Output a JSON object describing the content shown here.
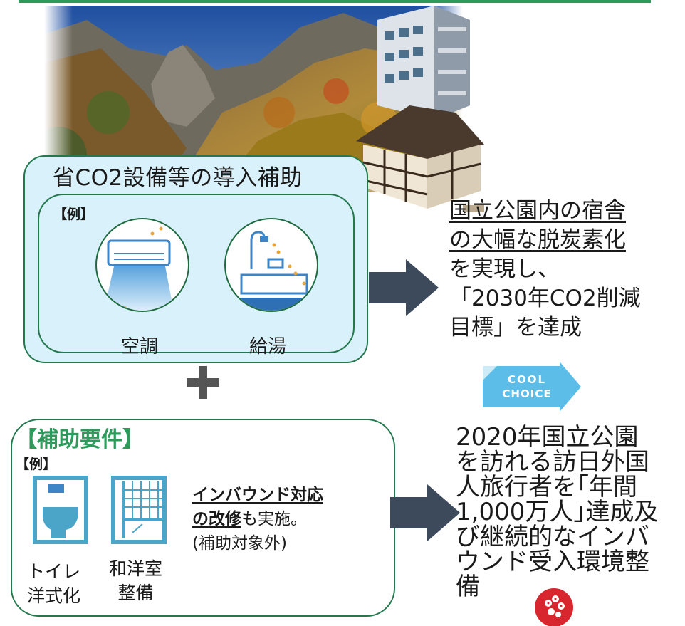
{
  "equipment_box": {
    "title": "省CO2設備等の導入補助",
    "example_label": "【例】",
    "items": [
      {
        "label": "空調",
        "icon": "air-conditioner-icon"
      },
      {
        "label": "給湯",
        "icon": "water-heater-bath-icon"
      }
    ]
  },
  "result1": {
    "line1": "国立公園内の宿舎",
    "line2": "の大幅な脱炭素化",
    "line3": "を実現し、",
    "line4": "「2030年CO2削減",
    "line5": "目標」を達成",
    "logo_line1": "COOL",
    "logo_line2": "CHOICE"
  },
  "requirement_box": {
    "title": "【補助要件】",
    "example_label": "【例】",
    "items": [
      {
        "line1": "トイレ",
        "line2": "洋式化",
        "icon": "toilet-icon"
      },
      {
        "line1": "和洋室",
        "line2": "整備",
        "icon": "room-window-icon"
      }
    ],
    "inbound_bold1": "インバウンド対応",
    "inbound_bold2": "の改修",
    "inbound_rest": "も実施。",
    "inbound_note": "(補助対象外)"
  },
  "result2": {
    "lines": [
      "2020年国立公園",
      "を訪れる訪日外国",
      "人旅行者を｢年間",
      "1,000万人｣達成及",
      "び継続的なインバ",
      "ウンド受入環境整",
      "備"
    ]
  },
  "colors": {
    "frame_green": "#23784d",
    "title_green": "#2e9a5c",
    "box_blue": "#d8f1fb",
    "arrow": "#3d4a5c",
    "plus": "#555555"
  }
}
